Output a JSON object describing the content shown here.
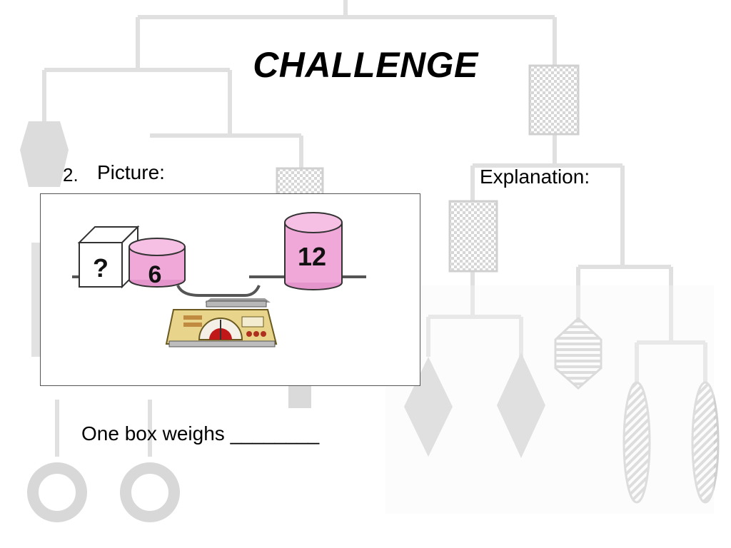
{
  "slide": {
    "title": "CHALLENGE",
    "item_number": "2.",
    "item_label": "Picture:",
    "explanation_label": "Explanation:",
    "answer_prompt": "One box weighs ________"
  },
  "picture": {
    "unknown_box_label": "?",
    "left_weight_label": "6",
    "right_weight_label": "12"
  },
  "colors": {
    "weight_pink": "#f0a8d8",
    "background_shapes": "#d8d8d8"
  }
}
